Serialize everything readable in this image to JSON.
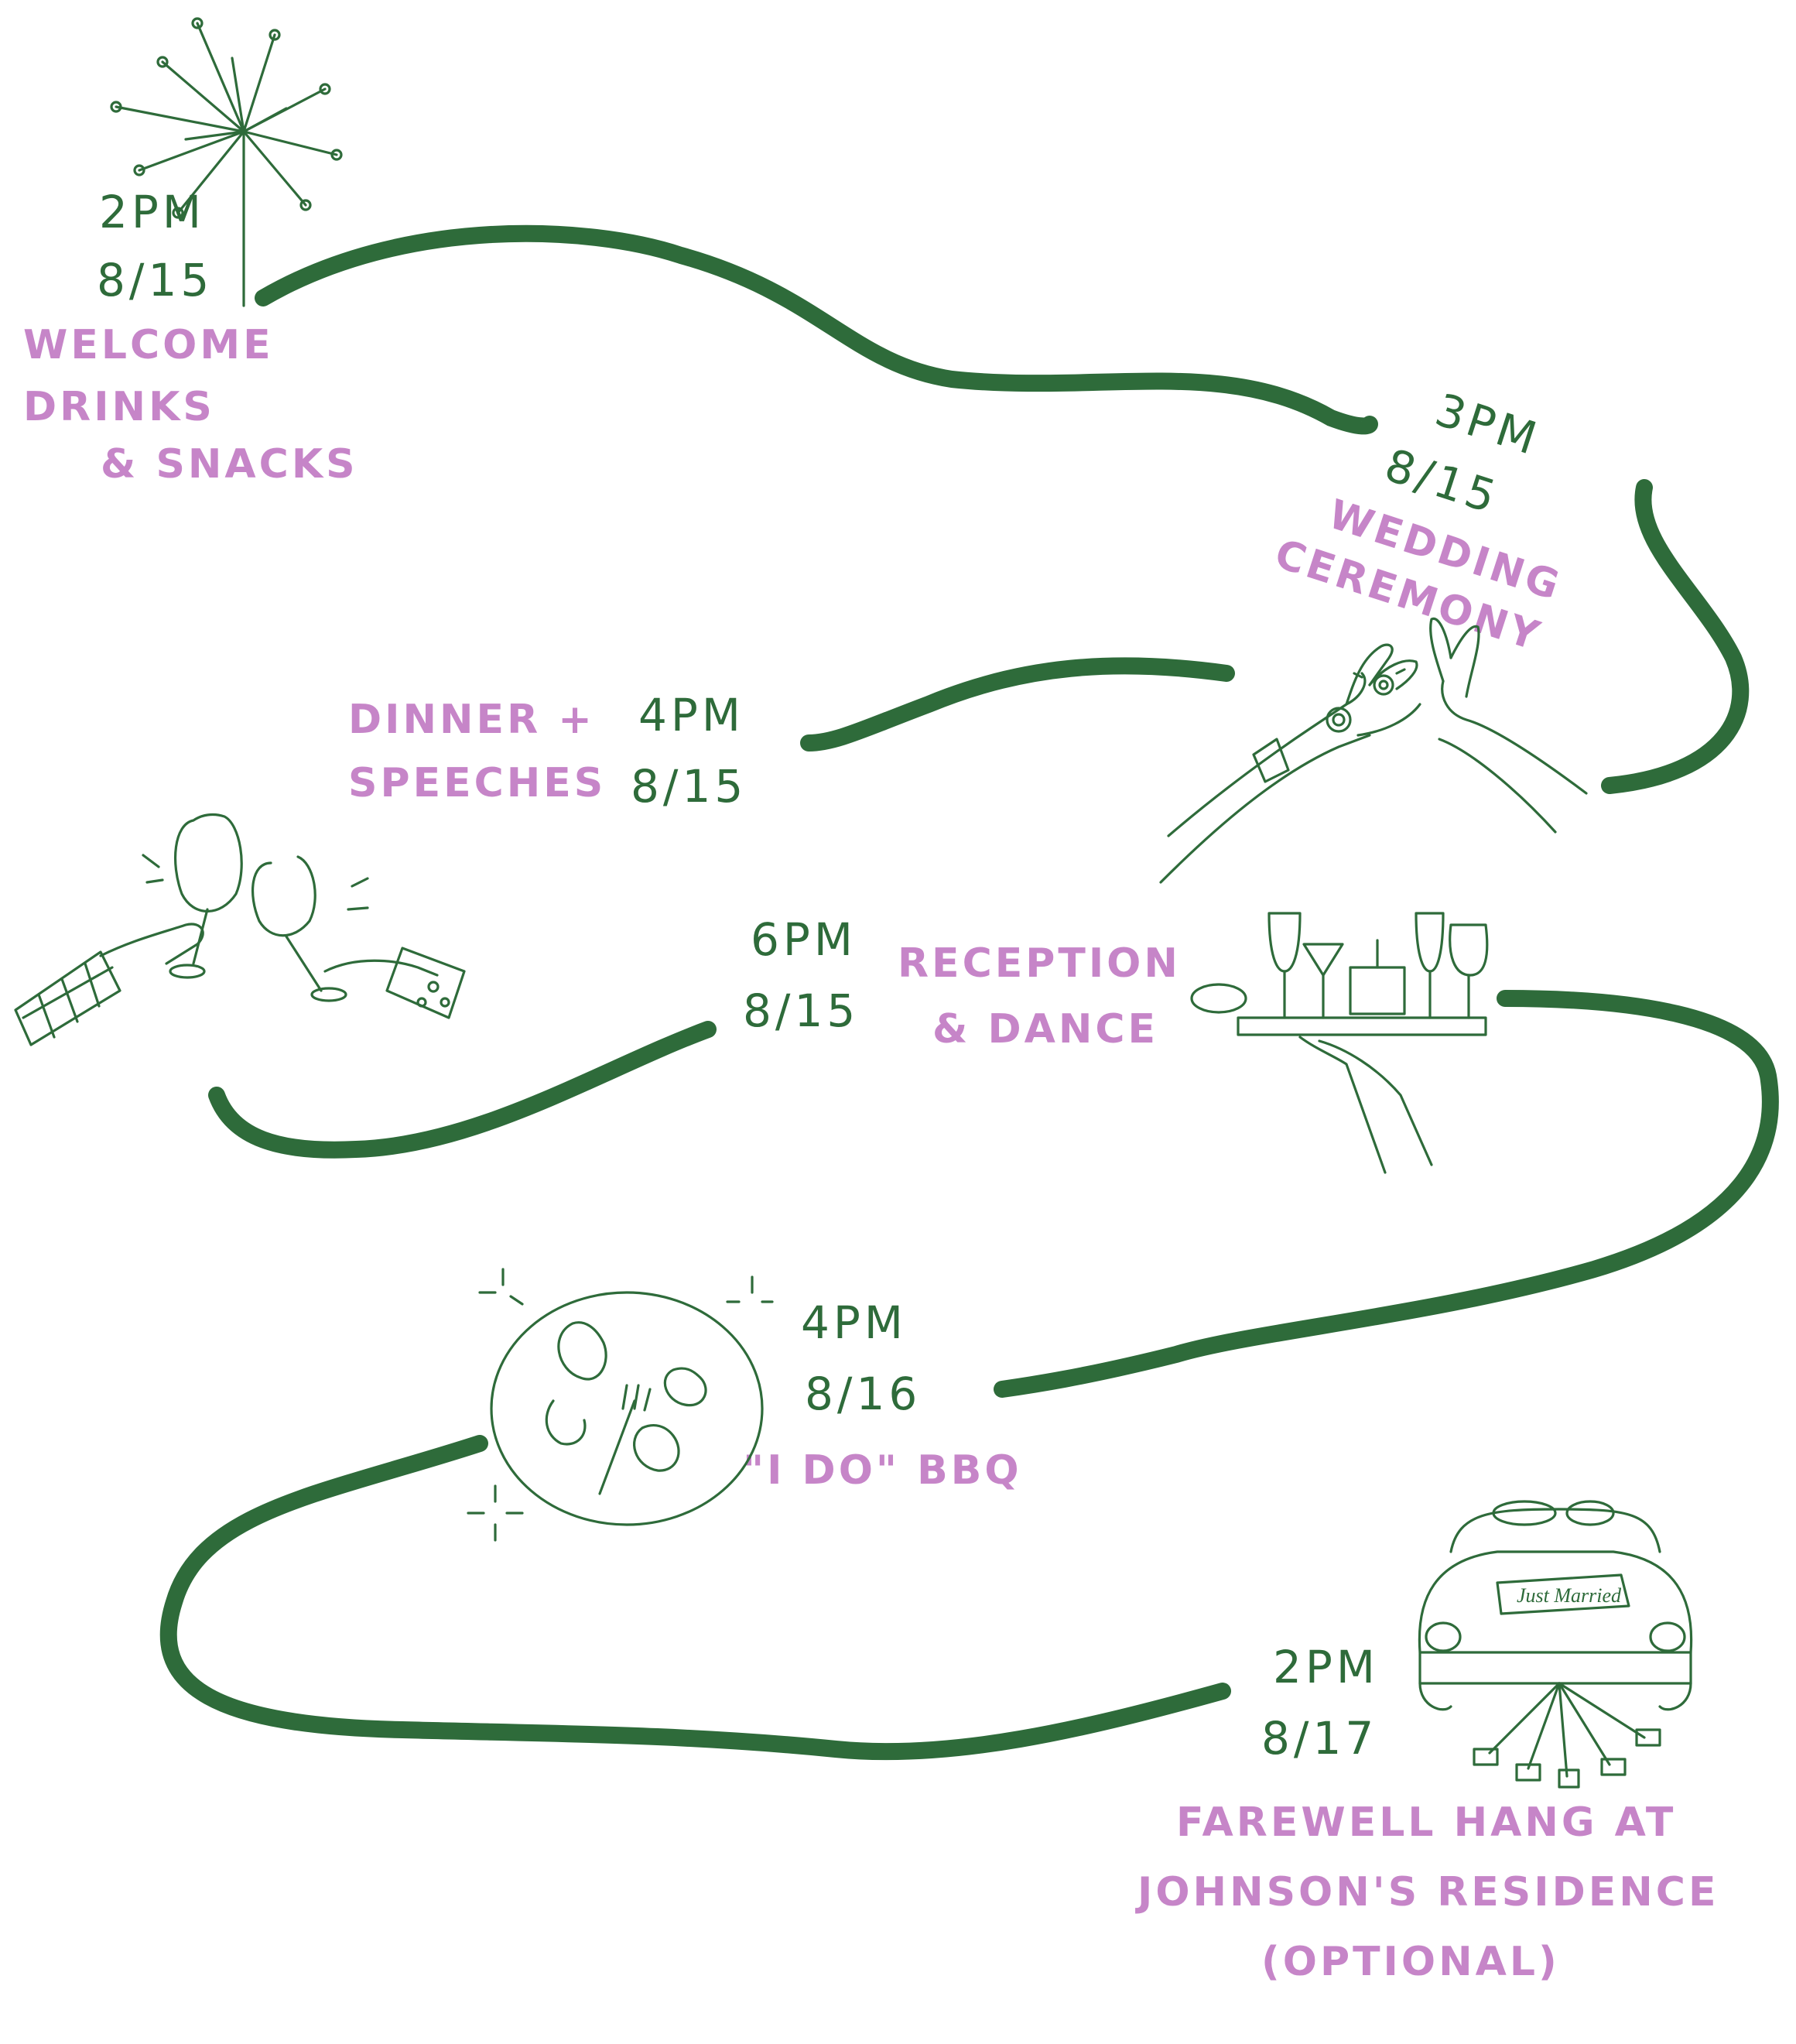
{
  "colors": {
    "green": "#2e6b3a",
    "pink": "#c685c8",
    "background": "#ffffff"
  },
  "events": [
    {
      "time": "2PM",
      "date": "8/15",
      "name_lines": [
        "WELCOME DRINKS",
        "& SNACKS"
      ],
      "icon": "sparkler-icon"
    },
    {
      "time": "3PM",
      "date": "8/15",
      "name_lines": [
        "WEDDING",
        "CEREMONY"
      ],
      "icon": "ring-exchange-hands-icon"
    },
    {
      "time": "4PM",
      "date": "8/15",
      "name_lines": [
        "DINNER +",
        "SPEECHES"
      ],
      "icon": "wine-toast-icon"
    },
    {
      "time": "6PM",
      "date": "8/15",
      "name_lines": [
        "RECEPTION",
        "& DANCE"
      ],
      "icon": "drinks-tray-icon"
    },
    {
      "time": "4PM",
      "date": "8/16",
      "name_lines": [
        "\"I DO\" BBQ"
      ],
      "icon": "oyster-plate-icon"
    },
    {
      "time": "2PM",
      "date": "8/17",
      "name_lines": [
        "FAREWELL HANG AT",
        "JOHNSON'S RESIDENCE",
        "(OPTIONAL)"
      ],
      "icon": "just-married-car-icon"
    }
  ],
  "car_banner": "Just Married"
}
